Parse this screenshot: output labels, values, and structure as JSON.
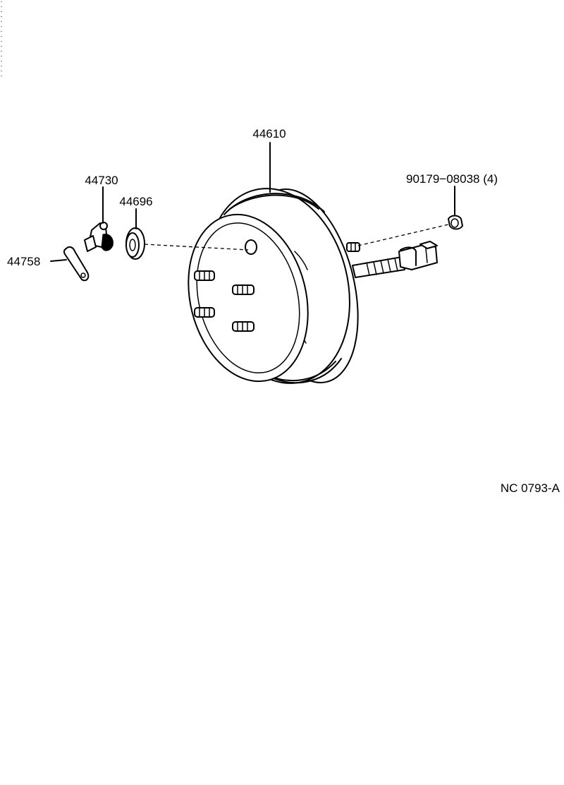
{
  "callouts": {
    "booster": "44610",
    "clevis": "44730",
    "seal": "44696",
    "pin": "44758",
    "nut": "90179−08038 (4)"
  },
  "figure_code": "NC  0793-A"
}
